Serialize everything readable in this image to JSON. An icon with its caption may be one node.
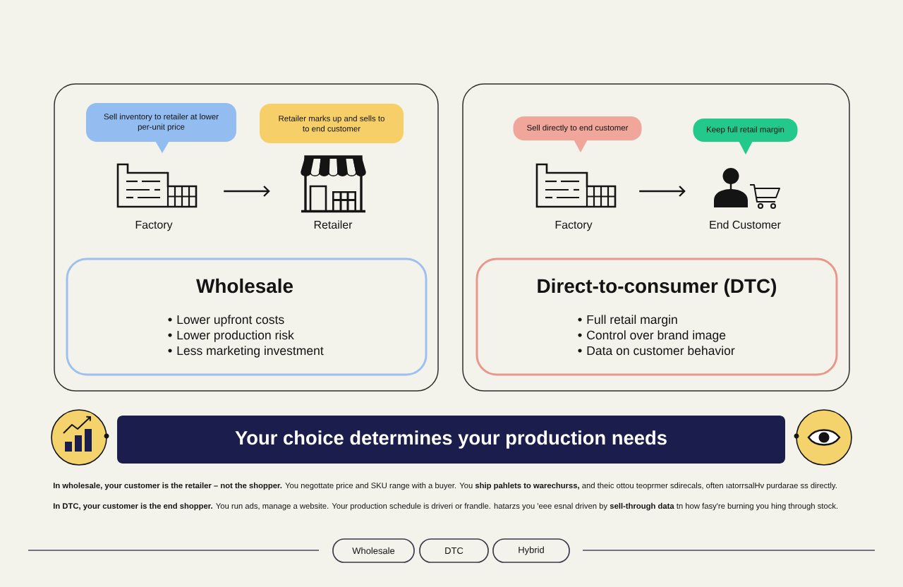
{
  "diagram": {
    "nodes": [
      {
        "text": [],
        "shape": "box"
      },
      {
        "text": [
          "Sell inventory to retailer at lower per-unit price"
        ],
        "in": 0
      },
      {
        "text": [
          "Retailer marks up and sells to to end customer"
        ],
        "in": 0
      },
      {
        "text": [
          "Factory"
        ],
        "in": 0
      },
      {
        "text": [
          "Retailer"
        ],
        "in": 0
      },
      {
        "text": [
          "Wholesale",
          "Lower upfront costs",
          "Lower production risk",
          "Less marketing investment"
        ],
        "in": 0
      },
      {
        "text": [],
        "shape": "box"
      },
      {
        "text": [
          "Sell directly to end customer"
        ],
        "in": 6
      },
      {
        "text": [
          "Keep full retail margin"
        ],
        "in": 6
      },
      {
        "text": [
          "Factory"
        ],
        "in": 6
      },
      {
        "text": [
          "End Customer"
        ],
        "in": 6
      },
      {
        "text": [
          "Direct-to-consumer (DTC)",
          "Full retail margin",
          "Control over brand image",
          "Data on customer behavior"
        ],
        "in": 6
      },
      {
        "text": [
          "Your choice determines your production needs"
        ]
      },
      {
        "text": [
          "Wholesale"
        ]
      },
      {
        "text": [
          "DTC"
        ]
      },
      {
        "text": [
          "Hybrid"
        ]
      }
    ],
    "edges": [
      {
        "from": 3,
        "to": 4,
        "arrow": "to"
      },
      {
        "from": 9,
        "to": 10,
        "arrow": "to"
      }
    ],
    "labels": [
      "**In wholesale, your customer is the retailer – not the shopper.** You negottate price and SKU range with a buyer. You **ship pahlets to warechurss,** and theic ottou teoprmer sdirecals, often ıatorrsalHv purdarae ss directly.",
      "**In DTC, your customer is the end shopper.** You run ads, manage a website. Your production schedule is driveri or frandle. hatarzs you 'eee esnal driven by **sell-through data** tn how fasy're burning you hing through stock."
    ]
  }
}
